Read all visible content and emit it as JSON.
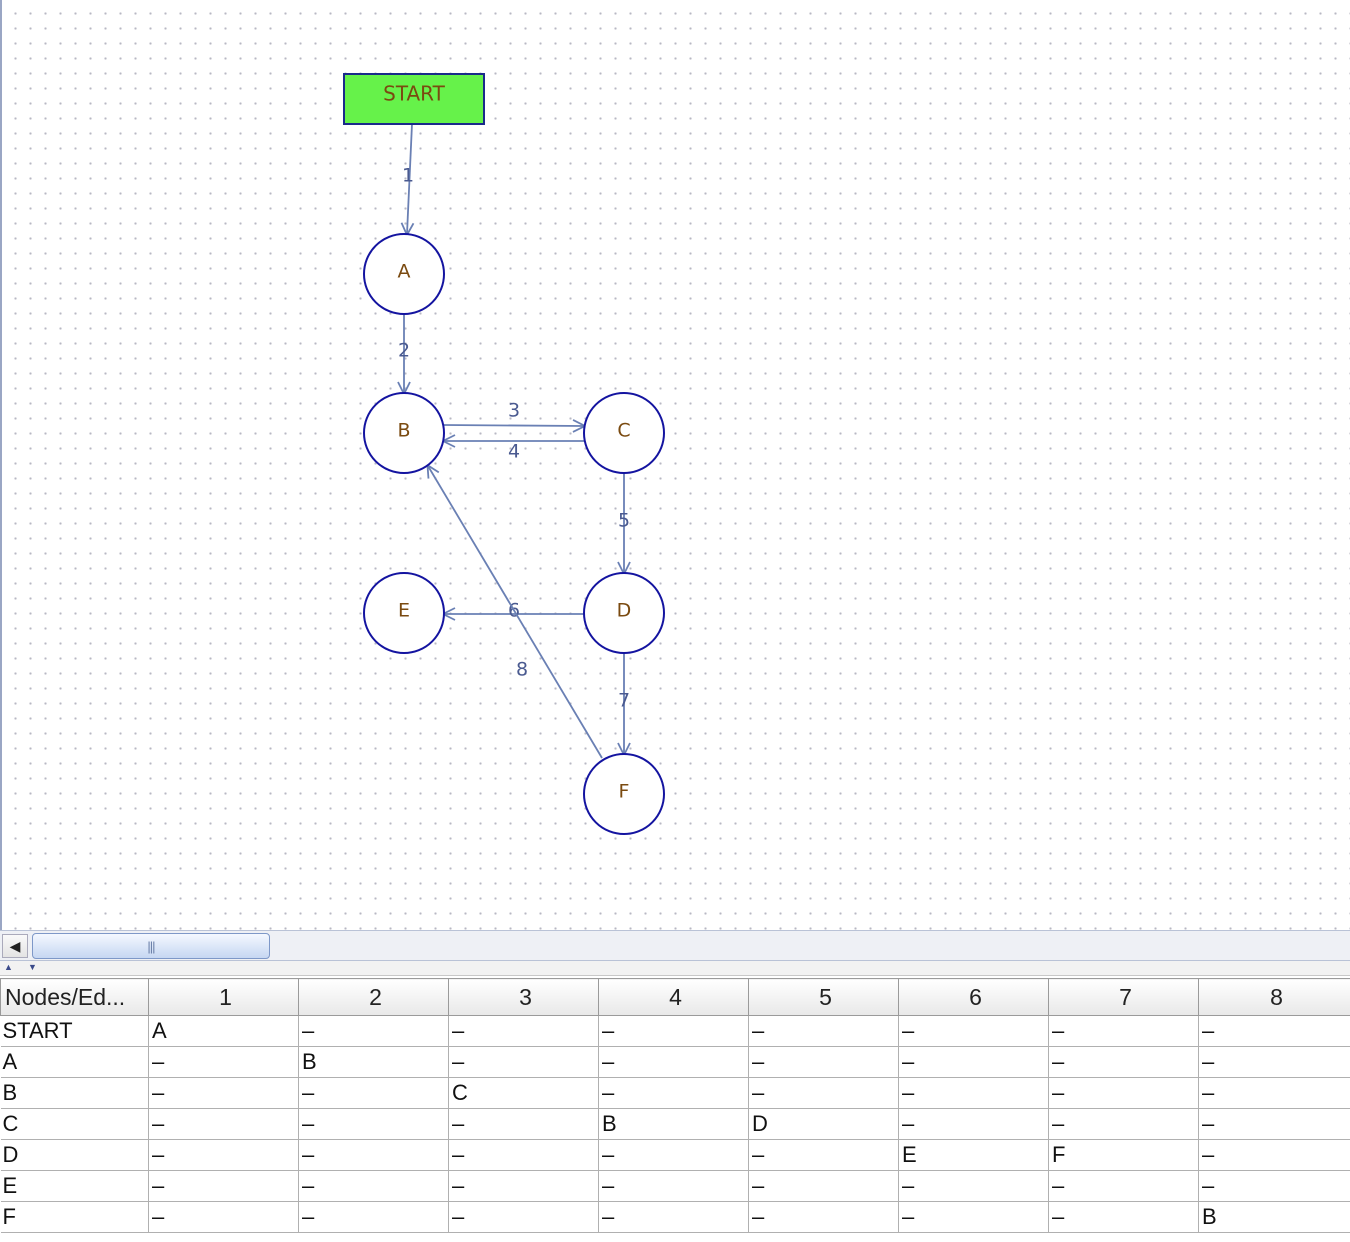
{
  "graph": {
    "start_label": "START",
    "nodes": [
      {
        "id": "A",
        "label": "A"
      },
      {
        "id": "B",
        "label": "B"
      },
      {
        "id": "C",
        "label": "C"
      },
      {
        "id": "D",
        "label": "D"
      },
      {
        "id": "E",
        "label": "E"
      },
      {
        "id": "F",
        "label": "F"
      }
    ],
    "edges": [
      {
        "label": "1",
        "from": "START",
        "to": "A"
      },
      {
        "label": "2",
        "from": "A",
        "to": "B"
      },
      {
        "label": "3",
        "from": "B",
        "to": "C"
      },
      {
        "label": "4",
        "from": "C",
        "to": "B"
      },
      {
        "label": "5",
        "from": "C",
        "to": "D"
      },
      {
        "label": "6",
        "from": "D",
        "to": "E"
      },
      {
        "label": "7",
        "from": "D",
        "to": "F"
      },
      {
        "label": "8",
        "from": "F",
        "to": "B"
      }
    ],
    "colors": {
      "start_fill": "#66f24a",
      "start_border": "#1a2a8a",
      "node_border": "#1414a0",
      "node_label": "#7a4a10",
      "edge": "#6a80b4",
      "edge_label": "#4a5a90"
    }
  },
  "scrollbar": {
    "left_icon": "◀",
    "thumb_grip": "|||"
  },
  "splitter": {
    "up_icon": "▲",
    "down_icon": "▼"
  },
  "table": {
    "header_first": "Nodes/Ed...",
    "columns": [
      "1",
      "2",
      "3",
      "4",
      "5",
      "6",
      "7",
      "8"
    ],
    "rows": [
      {
        "node": "START",
        "cells": [
          "A",
          "–",
          "–",
          "–",
          "–",
          "–",
          "–",
          "–"
        ]
      },
      {
        "node": "A",
        "cells": [
          "–",
          "B",
          "–",
          "–",
          "–",
          "–",
          "–",
          "–"
        ]
      },
      {
        "node": "B",
        "cells": [
          "–",
          "–",
          "C",
          "–",
          "–",
          "–",
          "–",
          "–"
        ]
      },
      {
        "node": "C",
        "cells": [
          "–",
          "–",
          "–",
          "B",
          "D",
          "–",
          "–",
          "–"
        ]
      },
      {
        "node": "D",
        "cells": [
          "–",
          "–",
          "–",
          "–",
          "–",
          "E",
          "F",
          "–"
        ]
      },
      {
        "node": "E",
        "cells": [
          "–",
          "–",
          "–",
          "–",
          "–",
          "–",
          "–",
          "–"
        ]
      },
      {
        "node": "F",
        "cells": [
          "–",
          "–",
          "–",
          "–",
          "–",
          "–",
          "–",
          "B"
        ]
      }
    ]
  }
}
